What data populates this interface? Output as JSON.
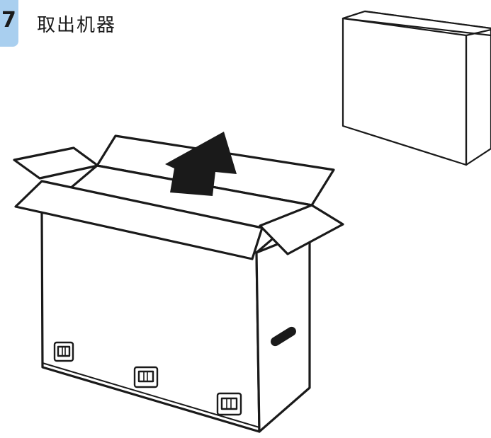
{
  "step": {
    "number": "7",
    "title": "取出机器"
  },
  "colors": {
    "badge": "#a9cfef",
    "line": "#1a1a1a",
    "fill": "#ffffff"
  },
  "illustration": {
    "items": [
      "open-shipping-box",
      "lift-up-arrow",
      "removed-unit-box",
      "box-handles",
      "side-hand-grip"
    ]
  }
}
